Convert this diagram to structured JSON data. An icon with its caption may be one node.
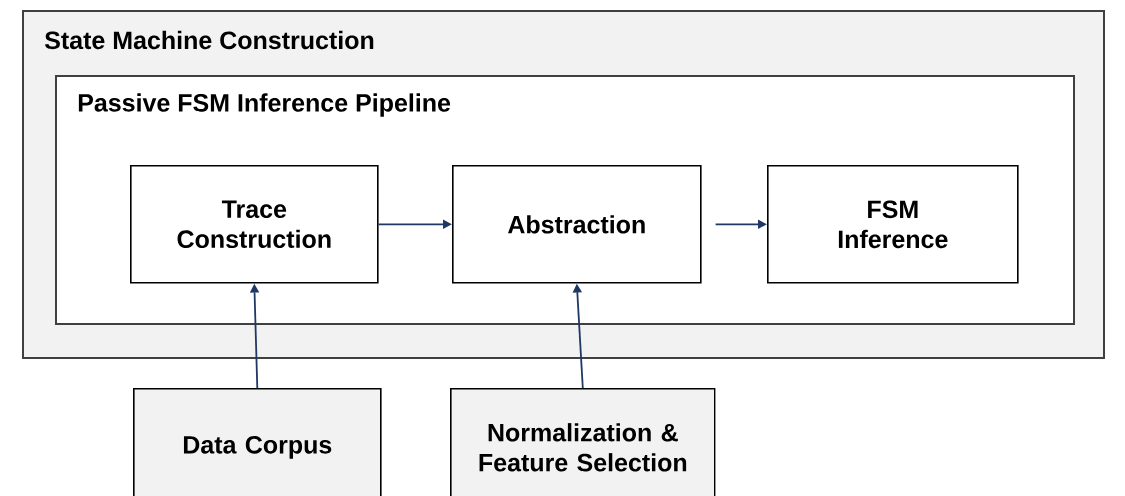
{
  "diagram": {
    "nodes": [
      {
        "text": [
          "State Machine Construction"
        ]
      },
      {
        "text": [
          "Passive FSM Inference Pipeline"
        ],
        "in": 0
      },
      {
        "text": [
          "Trace Construction"
        ],
        "in": 1
      },
      {
        "text": [
          "Abstraction"
        ],
        "in": 1
      },
      {
        "text": [
          "FSM Inference"
        ],
        "in": 1
      },
      {
        "text": [
          "Data Corpus"
        ]
      },
      {
        "text": [
          "Normalization & Feature Selection"
        ]
      }
    ],
    "edges": [
      {
        "from": 2,
        "to": 3,
        "arrow": "to"
      },
      {
        "from": 3,
        "to": 4,
        "arrow": "to"
      },
      {
        "from": 5,
        "to": 2,
        "arrow": "to"
      },
      {
        "from": 6,
        "to": 3,
        "arrow": "to"
      }
    ]
  }
}
